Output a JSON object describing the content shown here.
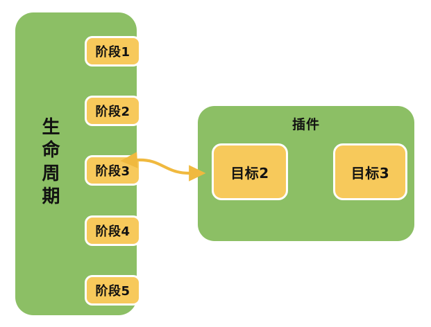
{
  "diagram": {
    "title": "",
    "colors": {
      "panel_green": "#8CBF65",
      "box_amber": "#F7C95B",
      "box_border": "#FFFFFF",
      "arrow": "#F0B93F",
      "text": "#111111",
      "background": "#FFFFFF"
    }
  },
  "lifecycle_panel": {
    "label": "生命周期",
    "stages": [
      {
        "label": "阶段1"
      },
      {
        "label": "阶段2"
      },
      {
        "label": "阶段3"
      },
      {
        "label": "阶段4"
      },
      {
        "label": "阶段5"
      }
    ]
  },
  "plugin_panel": {
    "title": "插件",
    "targets": [
      {
        "label": "目标2"
      },
      {
        "label": "目标3"
      }
    ]
  },
  "connector": {
    "name": "bidirectional-arrow",
    "from": "阶段3",
    "to": "目标2",
    "style": "double-headed-curve"
  }
}
